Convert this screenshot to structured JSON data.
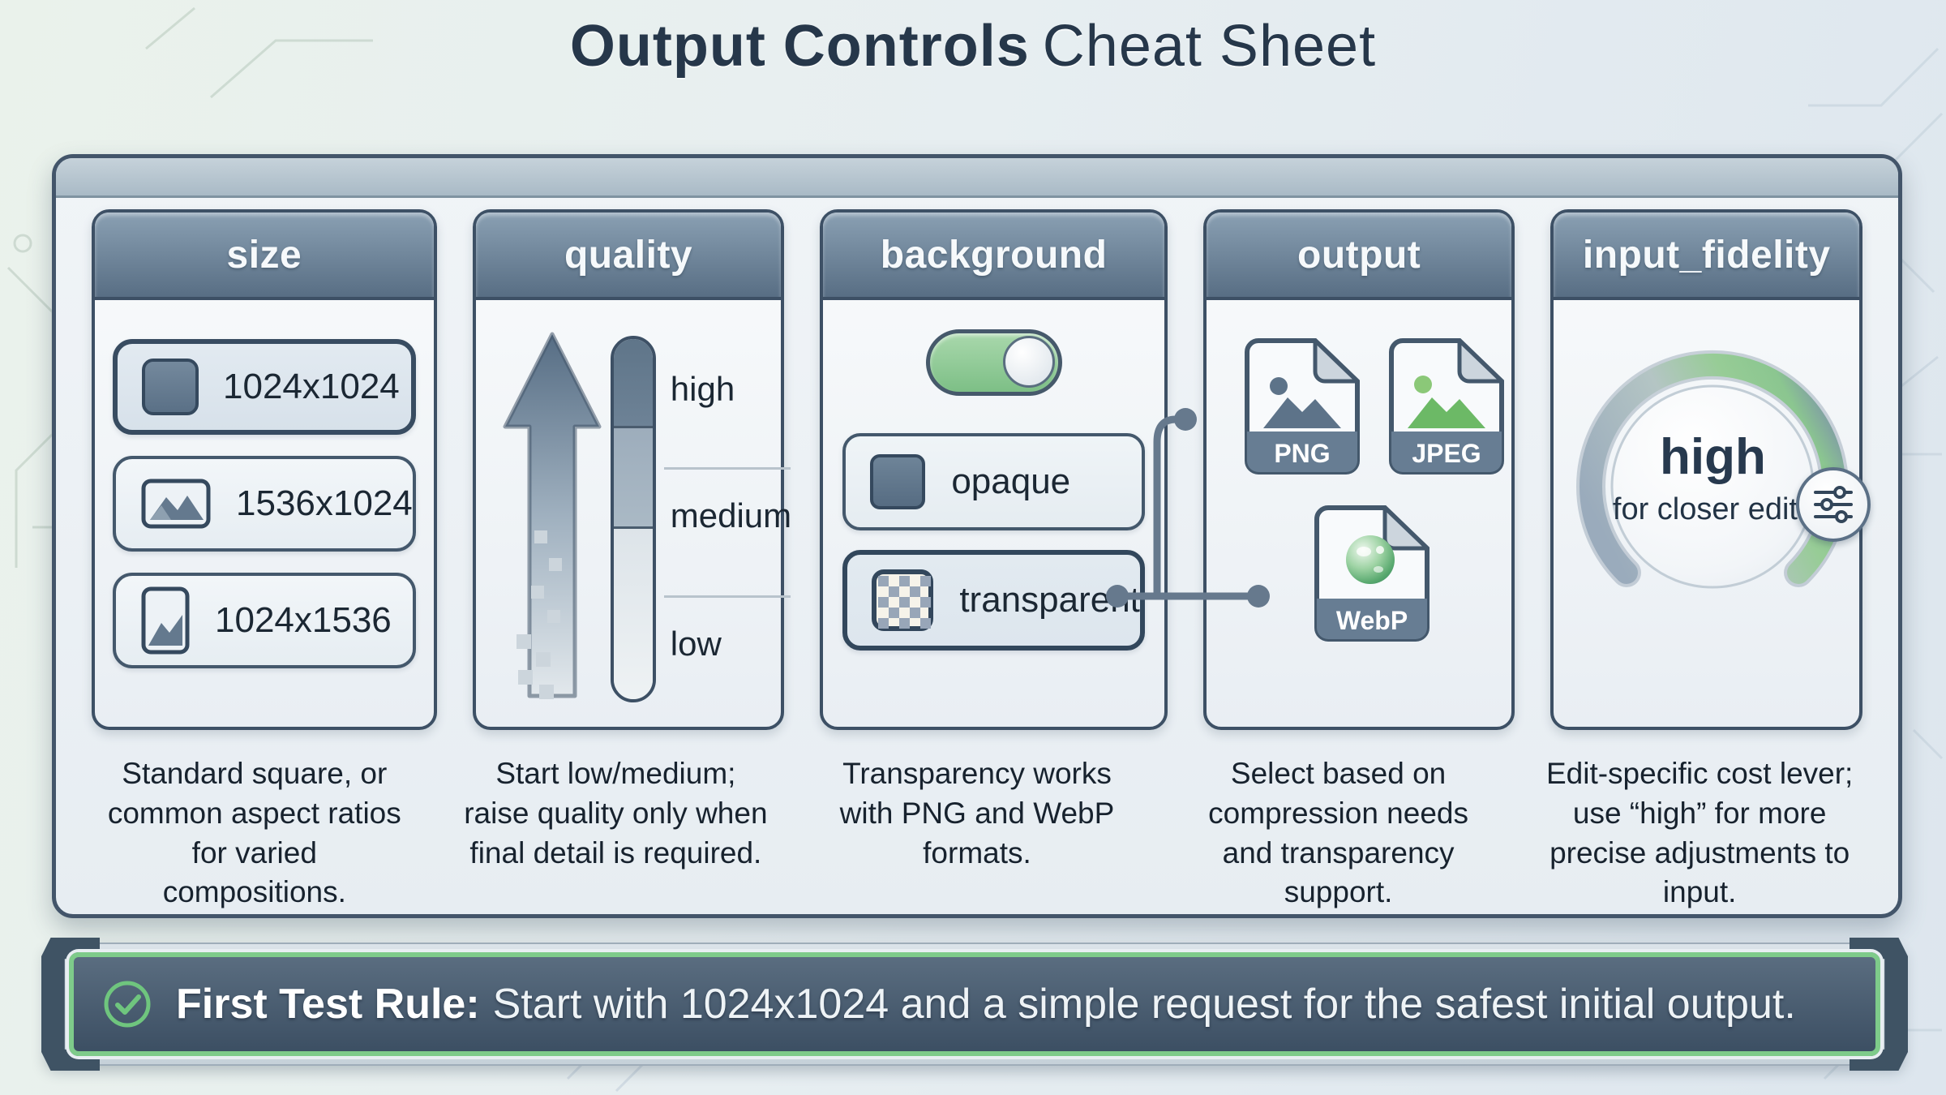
{
  "title": {
    "bold": "Output Controls",
    "rest": "Cheat Sheet"
  },
  "columns": [
    {
      "header": "size",
      "rows": [
        {
          "label": "1024x1024",
          "icon": "square-icon"
        },
        {
          "label": "1536x1024",
          "icon": "landscape-image-icon"
        },
        {
          "label": "1024x1536",
          "icon": "portrait-image-icon"
        }
      ],
      "caption": "Standard square, or common aspect ratios for varied compositions."
    },
    {
      "header": "quality",
      "levels": [
        "high",
        "medium",
        "low"
      ],
      "caption": "Start low/medium; raise quality only when final detail is required."
    },
    {
      "header": "background",
      "toggle_state": "on",
      "options": [
        {
          "label": "opaque",
          "icon": "solid-square-icon"
        },
        {
          "label": "transparent",
          "icon": "checkerboard-icon",
          "selected": true
        }
      ],
      "caption": "Transparency works with PNG and WebP formats."
    },
    {
      "header": "output",
      "formats": [
        "PNG",
        "JPEG",
        "WebP"
      ],
      "caption": "Select based on compression needs and transparency support."
    },
    {
      "header": "input_fidelity",
      "dial": {
        "value": "high",
        "subtext": "for closer edits"
      },
      "caption": "Edit-specific cost lever; use “high” for more precise adjustments to input."
    }
  ],
  "footer": {
    "bold": "First Test Rule:",
    "rest": "Start with 1024x1024 and a simple request for the safest initial output."
  },
  "colors": {
    "accent_green": "#7ecb8a",
    "slate_header": "#5c7187",
    "panel_border": "#43556a",
    "connector": "#66798d",
    "title_text": "#26374a",
    "footer_bg": "#3c4f63"
  }
}
